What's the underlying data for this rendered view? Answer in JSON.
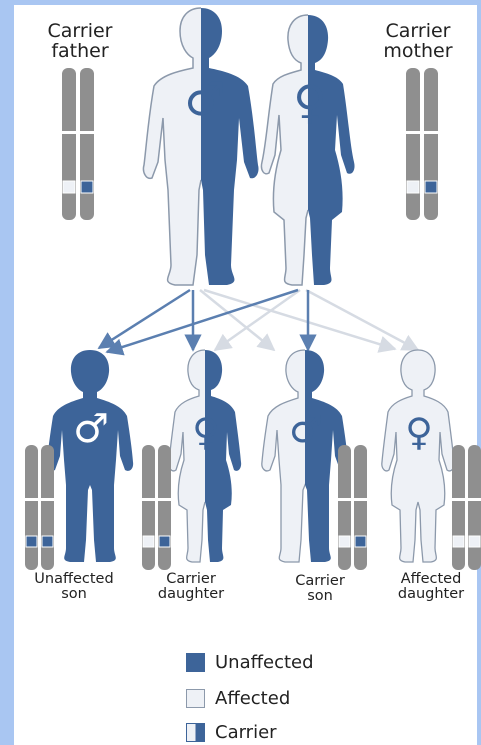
{
  "parents": {
    "father_label_line1": "Carrier",
    "father_label_line2": "father",
    "mother_label_line1": "Carrier",
    "mother_label_line2": "mother"
  },
  "children": [
    {
      "label_line1": "Unaffected",
      "label_line2": "son"
    },
    {
      "label_line1": "Carrier",
      "label_line2": "daughter"
    },
    {
      "label_line1": "Carrier",
      "label_line2": "son"
    },
    {
      "label_line1": "Affected",
      "label_line2": "daughter"
    }
  ],
  "legend": [
    {
      "label": "Unaffected",
      "swatch": "solid"
    },
    {
      "label": "Affected",
      "swatch": "empty"
    },
    {
      "label": "Carrier",
      "swatch": "half"
    }
  ],
  "symbols": {
    "male": "♂",
    "female": "♀"
  },
  "colors": {
    "dark": "#3d6499",
    "light": "#eef1f6",
    "chromosome": "#8f8f8f",
    "arrow_dark": "#5b7fb0",
    "arrow_light": "#d6dbe3",
    "frame": "#a9c6f2"
  }
}
